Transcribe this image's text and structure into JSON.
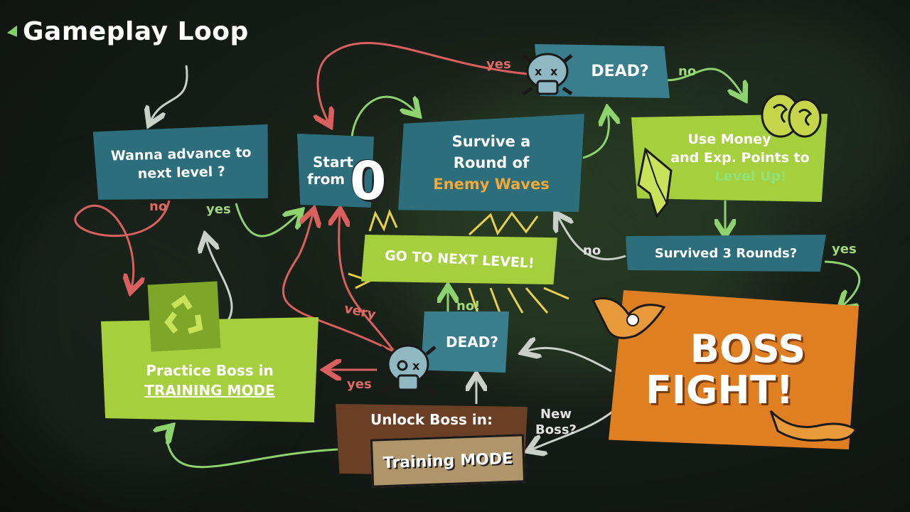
{
  "title": "Gameplay Loop",
  "boxes": {
    "wanna_advance": "Wanna advance to next level ?",
    "start_line1": "Start",
    "start_line2": "from",
    "start_zero": "0",
    "survive_line1": "Survive a",
    "survive_line2": "Round of",
    "survive_line3": "Enemy Waves",
    "dead_top": "DEAD?",
    "use_money_line1": "Use Money",
    "use_money_line2": "and Exp. Points to",
    "use_money_line3": "Level Up!",
    "survived_3": "Survived 3 Rounds?",
    "go_next": "GO TO NEXT LEVEL!",
    "dead_bottom": "DEAD?",
    "boss_line1": "BOSS",
    "boss_line2": "FIGHT!",
    "practice_line1": "Practice Boss in",
    "practice_line2": "TRAINING MODE",
    "unlock_line1": "Unlock Boss in:",
    "training_word1": "Training",
    "training_word2": "MODE"
  },
  "labels": {
    "yes_top": "yes",
    "no_top": "no",
    "no_advance": "no",
    "yes_advance": "yes",
    "no_survived": "no",
    "yes_survived": "yes",
    "no_dead": "no!",
    "very": "very",
    "yes_dead": "yes",
    "new_boss": "New Boss?"
  },
  "colors": {
    "teal": "#2d6e7c",
    "green": "#a6cf3e",
    "orange": "#e07f22",
    "brown": "#6b3f25",
    "arrow_red": "#d9605e",
    "arrow_green": "#8fd36e",
    "arrow_grey": "#c8d0c8"
  }
}
